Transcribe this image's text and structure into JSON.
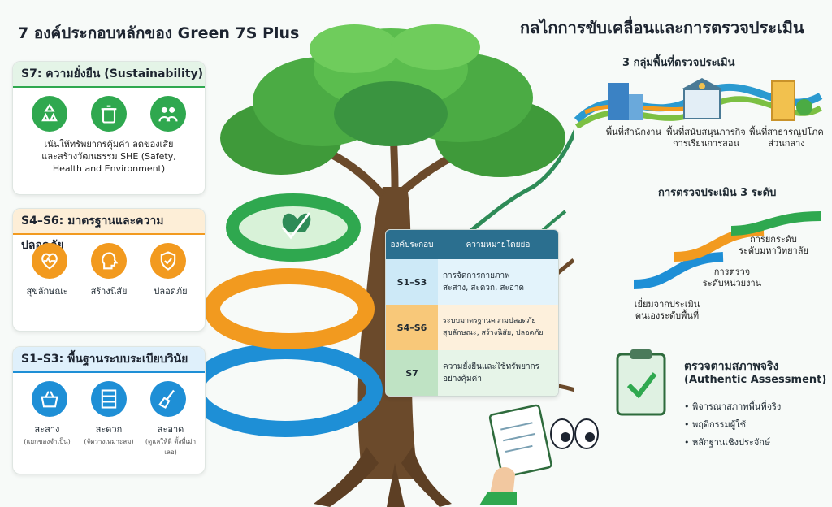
{
  "title": "7 องค์ประกอบหลักของ Green 7S Plus",
  "right_title": "กลไกการขับเคลื่อนและการตรวจประเมิน",
  "cards": {
    "s7": {
      "header": "S7: ความยั่งยืน (Sustainability)",
      "text_line1": "เน้นให้ทรัพยากรคุ้มค่า ลดของเสีย",
      "text_line2": "และสร้างวัฒนธรรม SHE (Safety,",
      "text_line3": "Health and Environment)",
      "color": "#2fa84f"
    },
    "s4s6": {
      "header": "S4–S6: มาตรฐานและความปลอดภัย",
      "labels": [
        "สุขลักษณะ",
        "สร้างนิสัย",
        "ปลอดภัย"
      ],
      "color": "#f29a1f"
    },
    "s1s3": {
      "header": "S1–S3: พื้นฐานระบบระเบียบวินัย",
      "labels": [
        "สะสาง",
        "สะดวก",
        "สะอาด"
      ],
      "sublabels": [
        "(แยกของจำเป็น)",
        "(จัดวางเหมาะสม)",
        "(ดูแลให้ดี ตั้งที่เม่าเลอ)"
      ],
      "color": "#1e8fd6"
    }
  },
  "table": {
    "header_col1": "องค์ประกอบ",
    "header_col2": "ความหมายโดยย่อ",
    "rows": [
      {
        "code": "S1–S3",
        "line1": "การจัดการกายภาพ",
        "line2": "สะสาง, สะดวก, สะอาด"
      },
      {
        "code": "S4–S6",
        "line1": "ระบบมาตรฐานความปลอดภัย",
        "line2": "สุขลักษณะ, สร้างนิสัย, ปลอดภัย"
      },
      {
        "code": "S7",
        "line1": "ความยั่งยืนและใช้ทรัพยากร",
        "line2": "อย่างคุ้มค่า"
      }
    ]
  },
  "areas": {
    "title": "3 กลุ่มพื้นที่ตรวจประเมิน",
    "a1": "พื้นที่สำนักงาน",
    "a2_line1": "พื้นที่สนับสนุนภารกิจ",
    "a2_line2": "การเรียนการสอน",
    "a3_line1": "พื้นที่สาธารณูปโภค",
    "a3_line2": "ส่วนกลาง"
  },
  "levels": {
    "title": "การตรวจประเมิน 3 ระดับ",
    "l1_line1": "การยกระดับ",
    "l1_line2": "ระดับมหาวิทยาลัย",
    "l2_line1": "การตรวจ",
    "l2_line2": "ระดับหน่วยงาน",
    "l3_line1": "เยี่ยมจากประเมิน",
    "l3_line2": "ตนเองระดับพื้นที่"
  },
  "authentic": {
    "title_th": "ตรวจตามสภาพจริง",
    "title_en": "(Authentic Assessment)",
    "bullets": [
      "พิจารณาสภาพพื้นที่จริง",
      "พฤติกรรมผู้ใช้",
      "หลักฐานเชิงประจักษ์"
    ]
  }
}
